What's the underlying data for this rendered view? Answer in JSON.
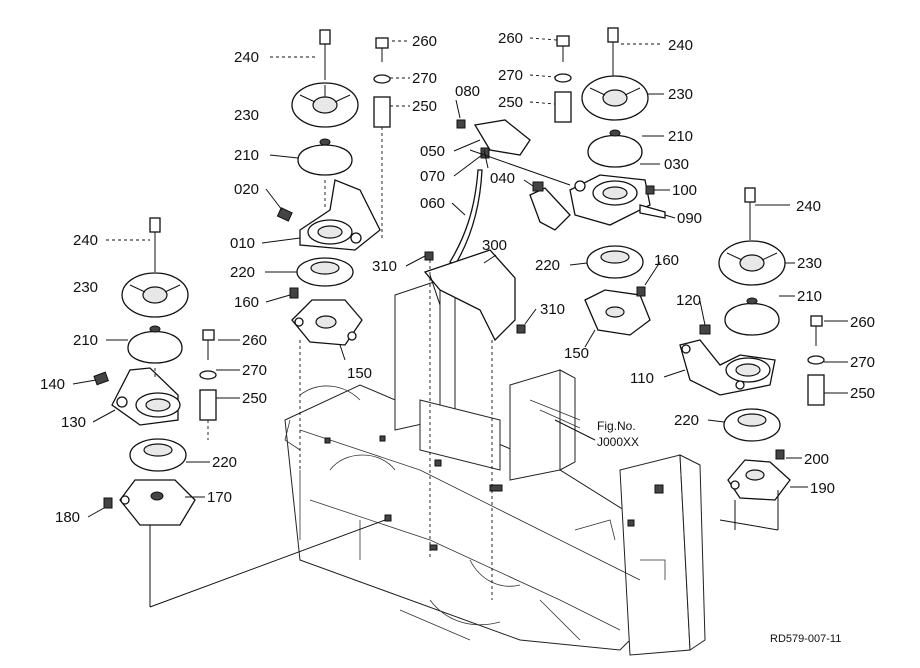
{
  "figure": {
    "code": "RD579-007-11",
    "ref_line1": "Fig.No.",
    "ref_line2": "J000XX"
  },
  "labels": {
    "l240_a": "240",
    "l260_a": "260",
    "l270_a": "270",
    "l250_a": "250",
    "l230_a": "230",
    "l210_a": "210",
    "l020": "020",
    "l010": "010",
    "l220_a": "220",
    "l160_a": "160",
    "l150_a": "150",
    "l240_b": "240",
    "l230_b": "230",
    "l210_b": "210",
    "l140": "140",
    "l130": "130",
    "l260_b": "260",
    "l270_b": "270",
    "l250_b": "250",
    "l220_b": "220",
    "l170": "170",
    "l180": "180",
    "l080": "080",
    "l050": "050",
    "l070": "070",
    "l060": "060",
    "l040": "040",
    "l300": "300",
    "l310_a": "310",
    "l310_b": "310",
    "l260_c": "260",
    "l270_c": "270",
    "l250_c": "250",
    "l240_c": "240",
    "l230_c": "230",
    "l210_c": "210",
    "l030": "030",
    "l100": "100",
    "l090": "090",
    "l220_c": "220",
    "l160_b": "160",
    "l150_b": "150",
    "l240_d": "240",
    "l230_d": "230",
    "l120": "120",
    "l210_d": "210",
    "l260_d": "260",
    "l110": "110",
    "l270_d": "270",
    "l250_d": "250",
    "l220_d": "220",
    "l200": "200",
    "l190": "190"
  }
}
